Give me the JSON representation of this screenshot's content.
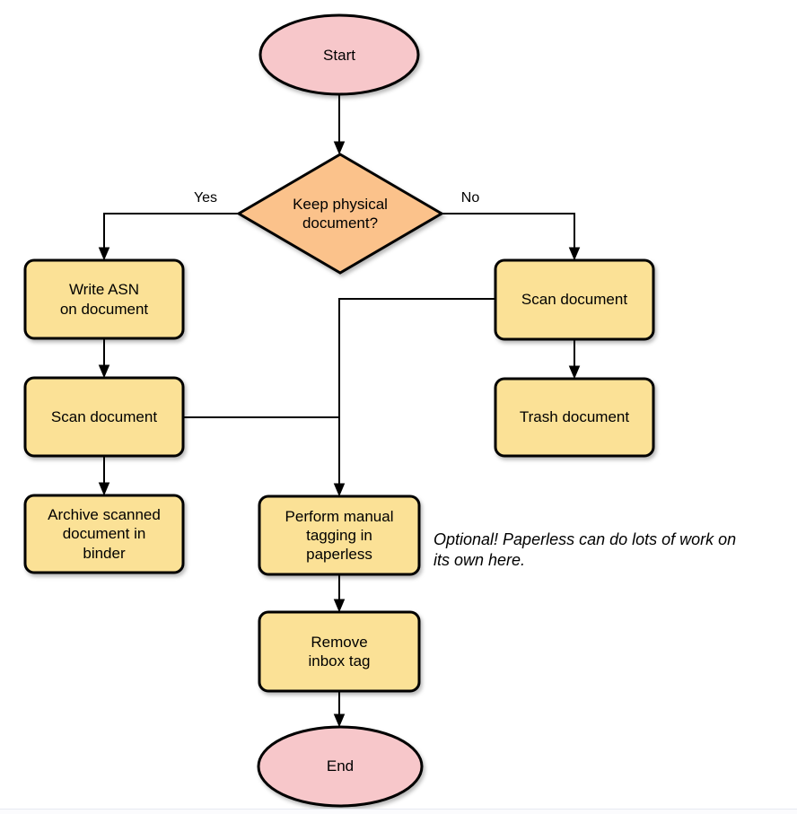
{
  "diagram": {
    "colors": {
      "terminal_fill": "#F7C7CA",
      "decision_fill": "#FBC28B",
      "process_fill": "#FBE196",
      "stroke": "#000000"
    },
    "nodes": {
      "start": {
        "label": "Start",
        "type": "terminal"
      },
      "decision": {
        "label": "Keep physical\ndocument?",
        "type": "decision"
      },
      "write_asn": {
        "label": "Write ASN\non document",
        "type": "process"
      },
      "scan_left": {
        "label": "Scan document",
        "type": "process"
      },
      "archive": {
        "label": "Archive scanned\ndocument in\nbinder",
        "type": "process"
      },
      "scan_right": {
        "label": "Scan document",
        "type": "process"
      },
      "trash": {
        "label": "Trash document",
        "type": "process"
      },
      "tagging": {
        "label": "Perform manual\ntagging in\npaperless",
        "type": "process"
      },
      "remove_tag": {
        "label": "Remove\ninbox tag",
        "type": "process"
      },
      "end": {
        "label": "End",
        "type": "terminal"
      }
    },
    "edge_labels": {
      "yes": "Yes",
      "no": "No"
    },
    "note": "Optional! Paperless can do lots of work on\nits own here."
  }
}
